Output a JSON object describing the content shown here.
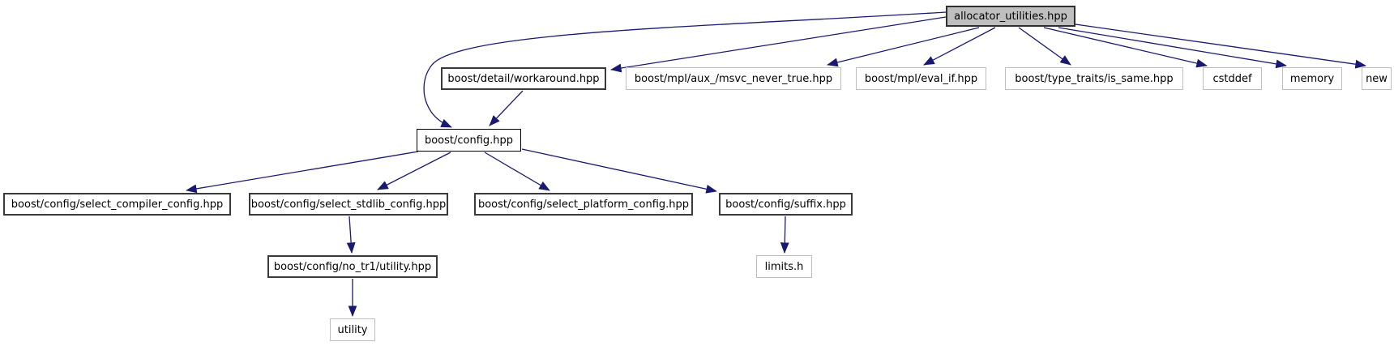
{
  "diagram": {
    "type": "include-dependency-graph",
    "title": "allocator_utilities.hpp include graph",
    "edge_color": "#191970",
    "root_fill_color": "#bfbfbf",
    "nodes": {
      "root": {
        "label": "allocator_utilities.hpp",
        "linked": false,
        "style": "root"
      },
      "workaround": {
        "label": "boost/detail/workaround.hpp",
        "linked": true
      },
      "msvc_never_true": {
        "label": "boost/mpl/aux_/msvc_never_true.hpp",
        "linked": false
      },
      "eval_if": {
        "label": "boost/mpl/eval_if.hpp",
        "linked": false
      },
      "is_same": {
        "label": "boost/type_traits/is_same.hpp",
        "linked": false
      },
      "cstddef": {
        "label": "cstddef",
        "linked": false
      },
      "memory": {
        "label": "memory",
        "linked": false
      },
      "new": {
        "label": "new",
        "linked": false
      },
      "config": {
        "label": "boost/config.hpp",
        "linked": true
      },
      "select_compiler": {
        "label": "boost/config/select_compiler_config.hpp",
        "linked": true
      },
      "select_stdlib": {
        "label": "boost/config/select_stdlib_config.hpp",
        "linked": true
      },
      "select_platform": {
        "label": "boost/config/select_platform_config.hpp",
        "linked": true
      },
      "suffix": {
        "label": "boost/config/suffix.hpp",
        "linked": true
      },
      "no_tr1_utility": {
        "label": "boost/config/no_tr1/utility.hpp",
        "linked": true
      },
      "limits_h": {
        "label": "limits.h",
        "linked": false
      },
      "utility": {
        "label": "utility",
        "linked": false
      }
    },
    "edges": [
      {
        "from": "root",
        "to": "workaround"
      },
      {
        "from": "root",
        "to": "config"
      },
      {
        "from": "root",
        "to": "msvc_never_true"
      },
      {
        "from": "root",
        "to": "eval_if"
      },
      {
        "from": "root",
        "to": "is_same"
      },
      {
        "from": "root",
        "to": "cstddef"
      },
      {
        "from": "root",
        "to": "memory"
      },
      {
        "from": "root",
        "to": "new"
      },
      {
        "from": "workaround",
        "to": "config"
      },
      {
        "from": "config",
        "to": "select_compiler"
      },
      {
        "from": "config",
        "to": "select_stdlib"
      },
      {
        "from": "config",
        "to": "select_platform"
      },
      {
        "from": "config",
        "to": "suffix"
      },
      {
        "from": "select_stdlib",
        "to": "no_tr1_utility"
      },
      {
        "from": "no_tr1_utility",
        "to": "utility"
      },
      {
        "from": "suffix",
        "to": "limits_h"
      }
    ]
  }
}
